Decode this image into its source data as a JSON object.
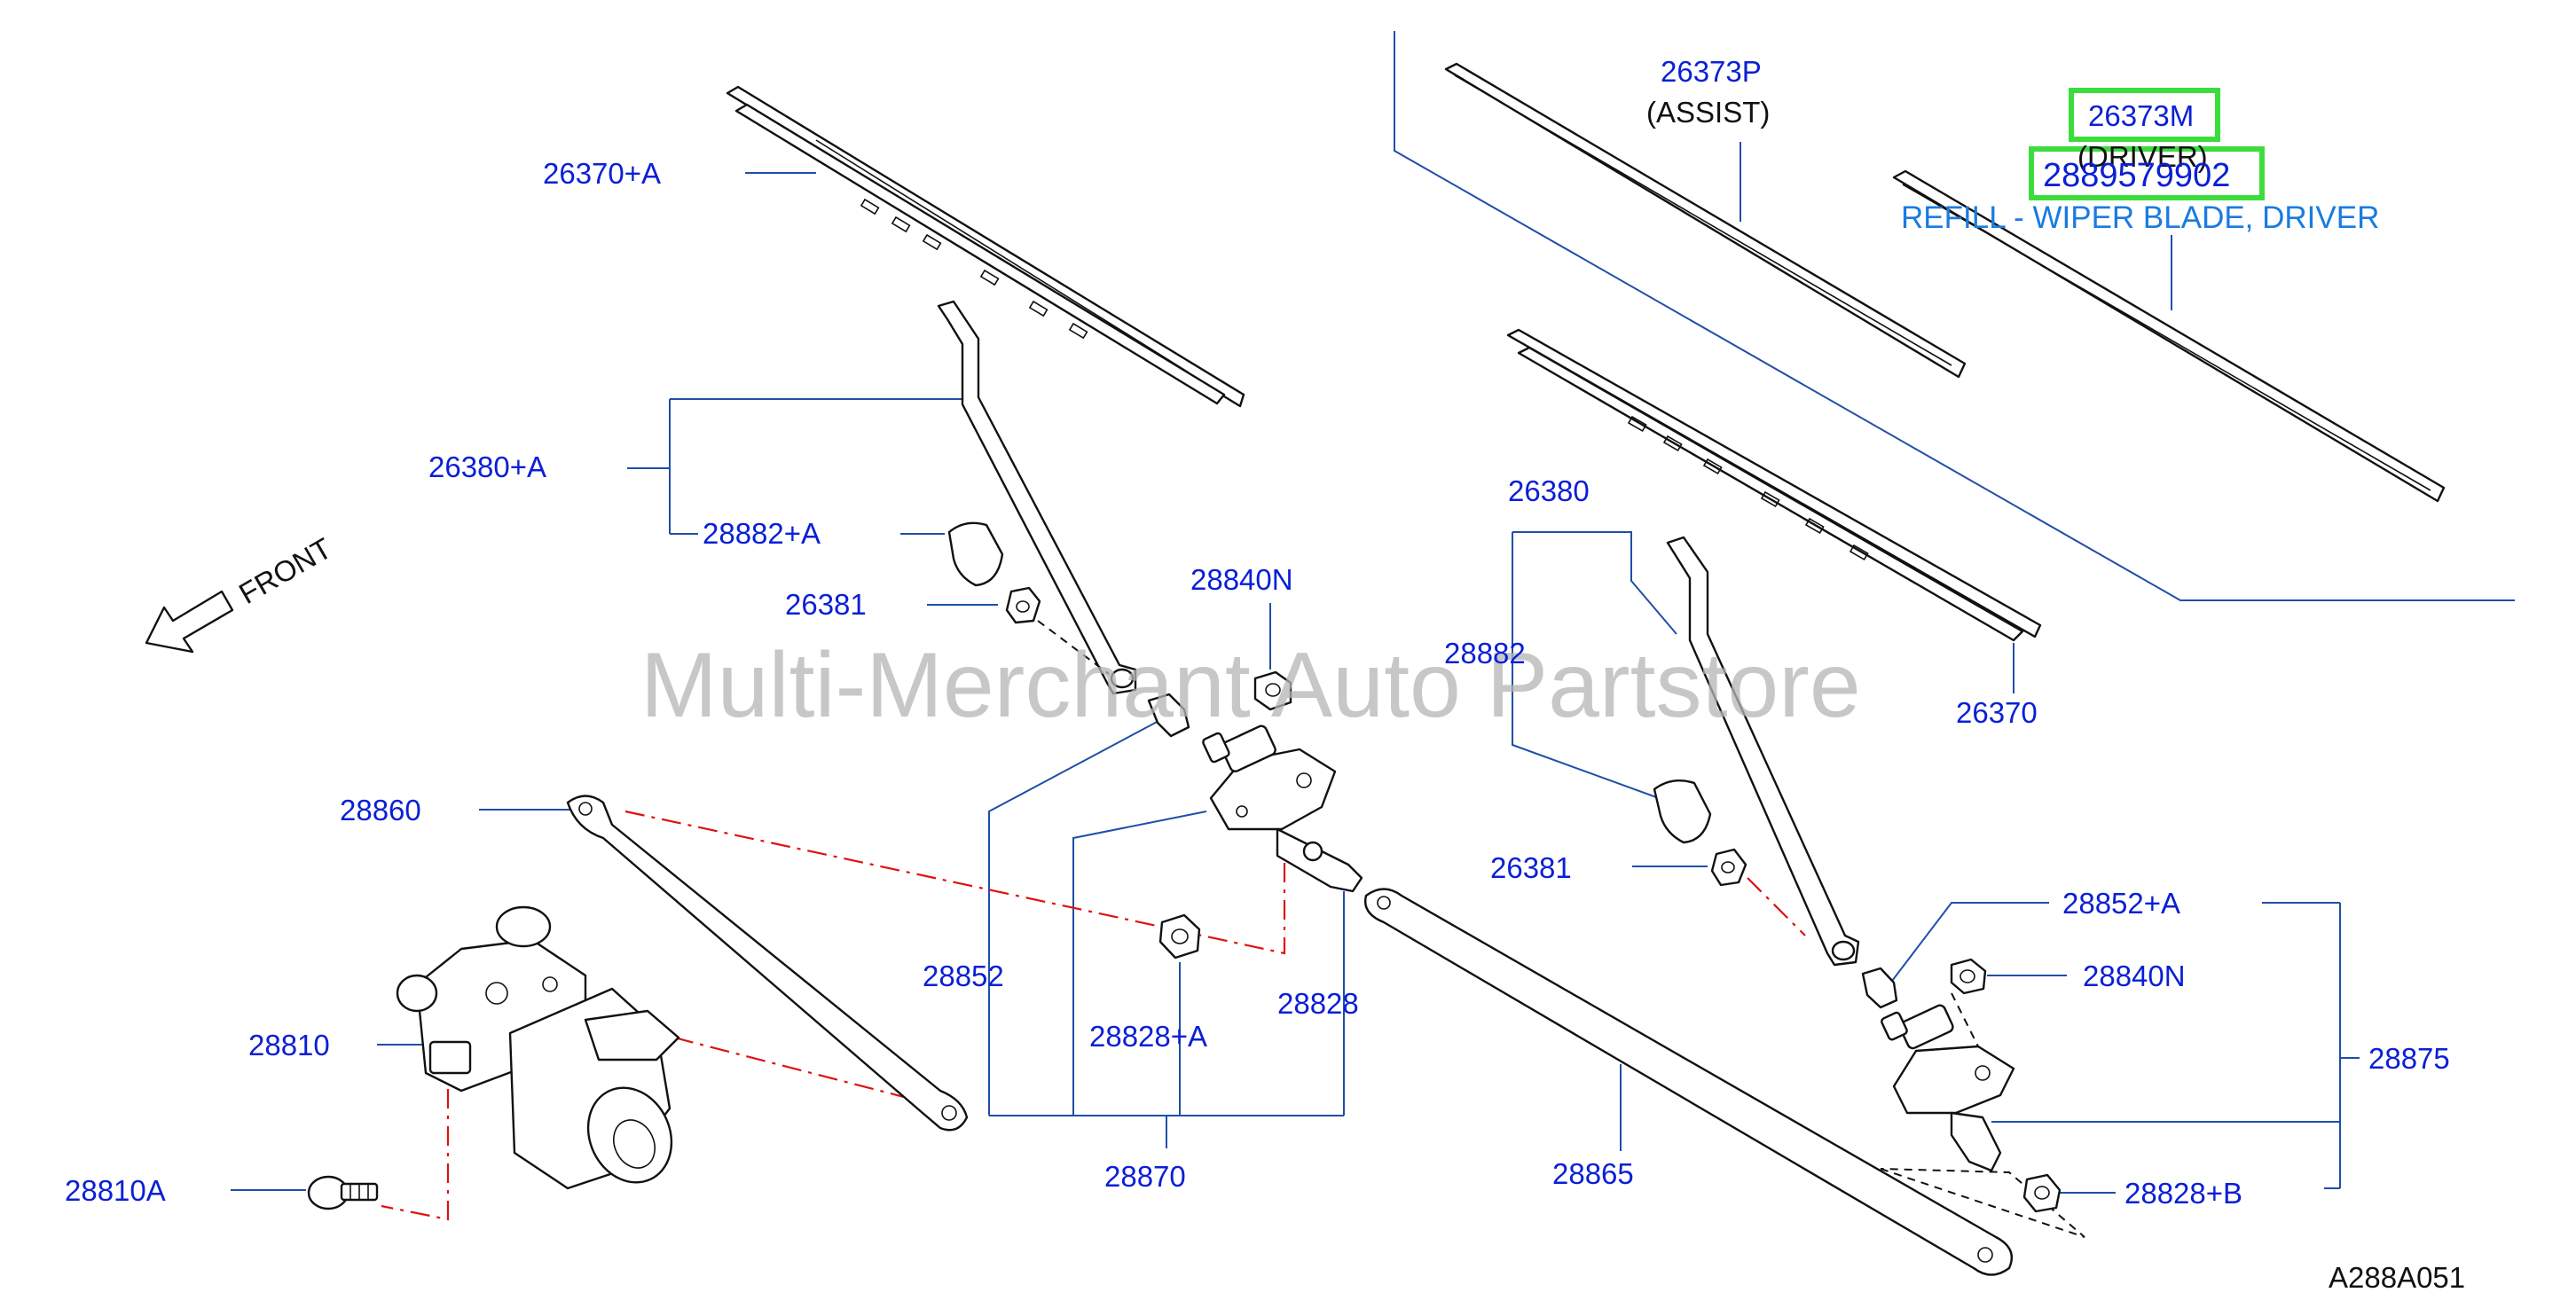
{
  "watermark": "Multi-Merchant Auto Partstore",
  "diagram_code": "A288A051",
  "front_label": "FRONT",
  "colors": {
    "label": "#0a1fd6",
    "highlight": "#3ddc3d",
    "highlight_text": "#1a7be0",
    "watermark": "#b5b5b5",
    "alignment_line": "#e01010"
  },
  "labels": {
    "p26370A": "26370+A",
    "p26380A": "26380+A",
    "p28882A": "28882+A",
    "p26381_left": "26381",
    "p28840N_top": "28840N",
    "p28860": "28860",
    "p28810": "28810",
    "p28810A": "28810A",
    "p28852": "28852",
    "p28828A": "28828+A",
    "p28828": "28828",
    "p28870": "28870",
    "p28865": "28865",
    "p26373P": "26373P",
    "assist": "(ASSIST)",
    "p26373M": "26373M",
    "driver": "(DRIVER)",
    "part_number": "2889579902",
    "part_description": "REFILL - WIPER BLADE, DRIVER",
    "p26380": "26380",
    "p28882": "28882",
    "p26370": "26370",
    "p26381_right": "26381",
    "p28852A": "28852+A",
    "p28840N_right": "28840N",
    "p28875": "28875",
    "p28828B": "28828+B"
  }
}
